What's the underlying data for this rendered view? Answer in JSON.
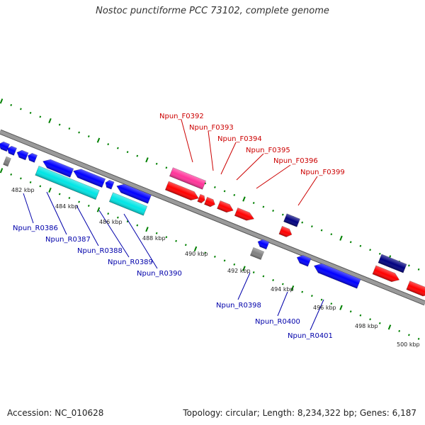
{
  "title": "Nostoc punctiforme PCC 73102, complete genome",
  "accession": "Accession: NC_010628",
  "summary": "Topology: circular; Length: 8,234,322 bp; Genes: 6,187",
  "colors": {
    "forward_gene": "#ff0000",
    "forward_highlight": "#ff3399",
    "reverse_gene": "#0000ff",
    "reverse_rna": "#00e5e5",
    "dark_gene": "#000080",
    "pseudo_gene": "#808080",
    "forward_label": "#cc0000",
    "reverse_label": "#0000aa",
    "tick": "#008000",
    "backbone": "#888888"
  },
  "scale_labels": [
    "482 kbp",
    "484 kbp",
    "486 kbp",
    "488 kbp",
    "490 kbp",
    "492 kbp",
    "494 kbp",
    "496 kbp",
    "498 kbp",
    "500 kbp"
  ],
  "forward_labels": [
    "Npun_F0392",
    "Npun_F0393",
    "Npun_F0394",
    "Npun_F0395",
    "Npun_F0396",
    "Npun_F0399"
  ],
  "reverse_labels": [
    "Npun_R0386",
    "Npun_R0387",
    "Npun_R0388",
    "Npun_R0389",
    "Npun_R0390",
    "Npun_R0398",
    "Npun_R0400",
    "Npun_R0401"
  ]
}
